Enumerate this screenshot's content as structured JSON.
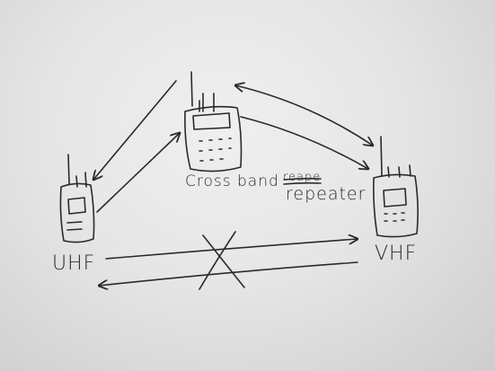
{
  "labels": {
    "left_radio": "UHF",
    "right_radio": "VHF",
    "top_line1": "Cross band",
    "struck_word": "reape",
    "top_line2": "repeater"
  },
  "colors": {
    "paper": "#e9e9e9",
    "ink": "#2a2a2a"
  }
}
